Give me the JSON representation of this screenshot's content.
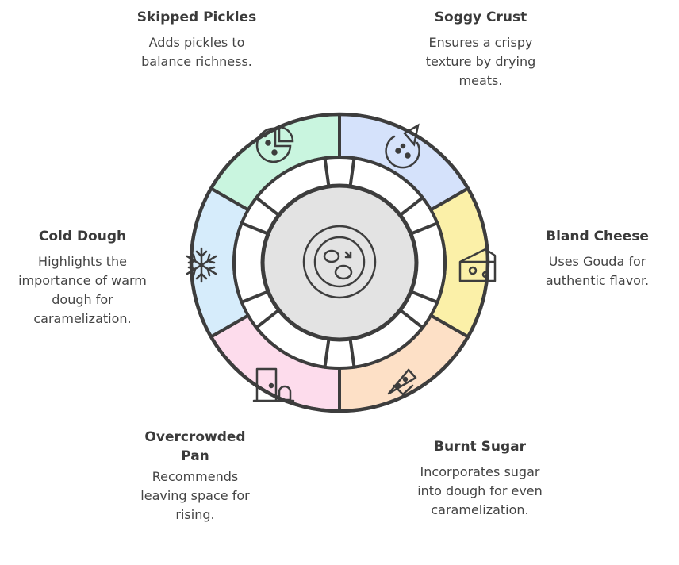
{
  "segments": [
    {
      "id": "skipped-pickles",
      "title": "Skipped Pickles",
      "desc": "Adds pickles to balance richness.",
      "color": "#c9f5df",
      "icon": "pizza-icon"
    },
    {
      "id": "soggy-crust",
      "title": "Soggy Crust",
      "desc": "Ensures a crispy texture by drying meats.",
      "color": "#d5e2fb",
      "icon": "pizza-slice-icon"
    },
    {
      "id": "bland-cheese",
      "title": "Bland Cheese",
      "desc": "Uses Gouda for authentic flavor.",
      "color": "#fbf0a8",
      "icon": "cheese-icon"
    },
    {
      "id": "burnt-sugar",
      "title": "Burnt Sugar",
      "desc": "Incorporates sugar into dough for even caramelization.",
      "color": "#fde0c6",
      "icon": "pizza-slice-hand-icon"
    },
    {
      "id": "overcrowded-pan",
      "title": "Overcrowded Pan",
      "desc": "Recommends leaving space for rising.",
      "color": "#fddcec",
      "icon": "door-bell-icon"
    },
    {
      "id": "cold-dough",
      "title": "Cold Dough",
      "desc": "Highlights the importance of warm dough for caramelization.",
      "color": "#d6ecfb",
      "icon": "snowflake-icon"
    }
  ],
  "center": {
    "icon": "egg-plate-icon",
    "color": "#e3e3e3"
  },
  "colors": {
    "stroke": "#3d3d3d",
    "text": "#3a3a3a"
  }
}
